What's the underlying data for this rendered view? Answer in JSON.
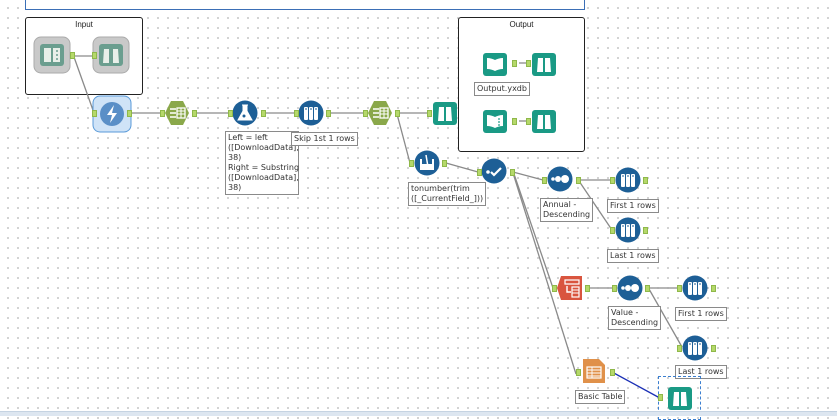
{
  "containers": {
    "input": {
      "title": "Input"
    },
    "output": {
      "title": "Output"
    }
  },
  "tools": [
    {
      "id": "input-data",
      "type": "Input Data",
      "icon": "book-icon",
      "color": "#6b9e8f"
    },
    {
      "id": "browse-input",
      "type": "Browse",
      "icon": "binoculars-icon",
      "color": "#6b9e8f"
    },
    {
      "id": "dynamic-input",
      "type": "Dynamic Input",
      "icon": "lightning-icon",
      "color": "#5a8fc7"
    },
    {
      "id": "text-to-columns-1",
      "type": "Text To Columns",
      "icon": "table-icon",
      "color": "#8aa84a"
    },
    {
      "id": "formula",
      "type": "Formula",
      "icon": "flask-icon",
      "color": "#1d5f96"
    },
    {
      "id": "sample-skip",
      "type": "Sample",
      "icon": "sample-icon",
      "color": "#1d5f96"
    },
    {
      "id": "text-to-columns-2",
      "type": "Text To Columns",
      "icon": "table-icon",
      "color": "#8aa84a"
    },
    {
      "id": "browse-1",
      "type": "Browse",
      "icon": "binoculars-icon",
      "color": "#1a9a85"
    },
    {
      "id": "output-data-1",
      "type": "Output Data",
      "icon": "book-open-icon",
      "color": "#1a9a85"
    },
    {
      "id": "browse-out-1",
      "type": "Browse",
      "icon": "binoculars-icon",
      "color": "#1a9a85"
    },
    {
      "id": "output-data-2",
      "type": "Output Data",
      "icon": "book-icon",
      "color": "#1a9a85"
    },
    {
      "id": "browse-out-2",
      "type": "Browse",
      "icon": "binoculars-icon",
      "color": "#1a9a85"
    },
    {
      "id": "multi-field-formula",
      "type": "Multi-Field Formula",
      "icon": "beaker-icon",
      "color": "#1d5f96"
    },
    {
      "id": "select",
      "type": "Select",
      "icon": "checkmark-icon",
      "color": "#1d5f96"
    },
    {
      "id": "sort-annual",
      "type": "Sort",
      "icon": "sort-icon",
      "color": "#1d5f96"
    },
    {
      "id": "sample-first-1",
      "type": "Sample",
      "icon": "sample-icon",
      "color": "#1d5f96"
    },
    {
      "id": "sample-last-1",
      "type": "Sample",
      "icon": "sample-icon",
      "color": "#1d5f96"
    },
    {
      "id": "transpose",
      "type": "Transpose",
      "icon": "transpose-icon",
      "color": "#d9553f"
    },
    {
      "id": "sort-value",
      "type": "Sort",
      "icon": "sort-icon",
      "color": "#1d5f96"
    },
    {
      "id": "sample-first-2",
      "type": "Sample",
      "icon": "sample-icon",
      "color": "#1d5f96"
    },
    {
      "id": "sample-last-2",
      "type": "Sample",
      "icon": "sample-icon",
      "color": "#1d5f96"
    },
    {
      "id": "basic-table",
      "type": "Basic Table",
      "icon": "report-table-icon",
      "color": "#e0914a"
    },
    {
      "id": "browse-final",
      "type": "Browse",
      "icon": "binoculars-icon",
      "color": "#1a9a85"
    }
  ],
  "labels": {
    "formula": "Left = left\n([DownloadData],\n38)\nRight = Substring\n([DownloadData],\n38)",
    "sample_skip": "Skip 1st 1 rows",
    "output_file": "Output.yxdb",
    "multi_field": "tonumber(trim\n([_CurrentField_]))",
    "sort_annual": "Annual -\nDescending",
    "first_1": "First 1 rows",
    "last_1": "Last 1 rows",
    "sort_value": "Value -\nDescending",
    "first_1b": "First 1 rows",
    "last_1b": "Last 1 rows",
    "basic_table": "Basic Table"
  },
  "colors": {
    "anchor": "#b5d86a",
    "wire": "#8a8a8a",
    "selected_wire": "#1a2fb5",
    "selection": "#3b7fd0"
  }
}
